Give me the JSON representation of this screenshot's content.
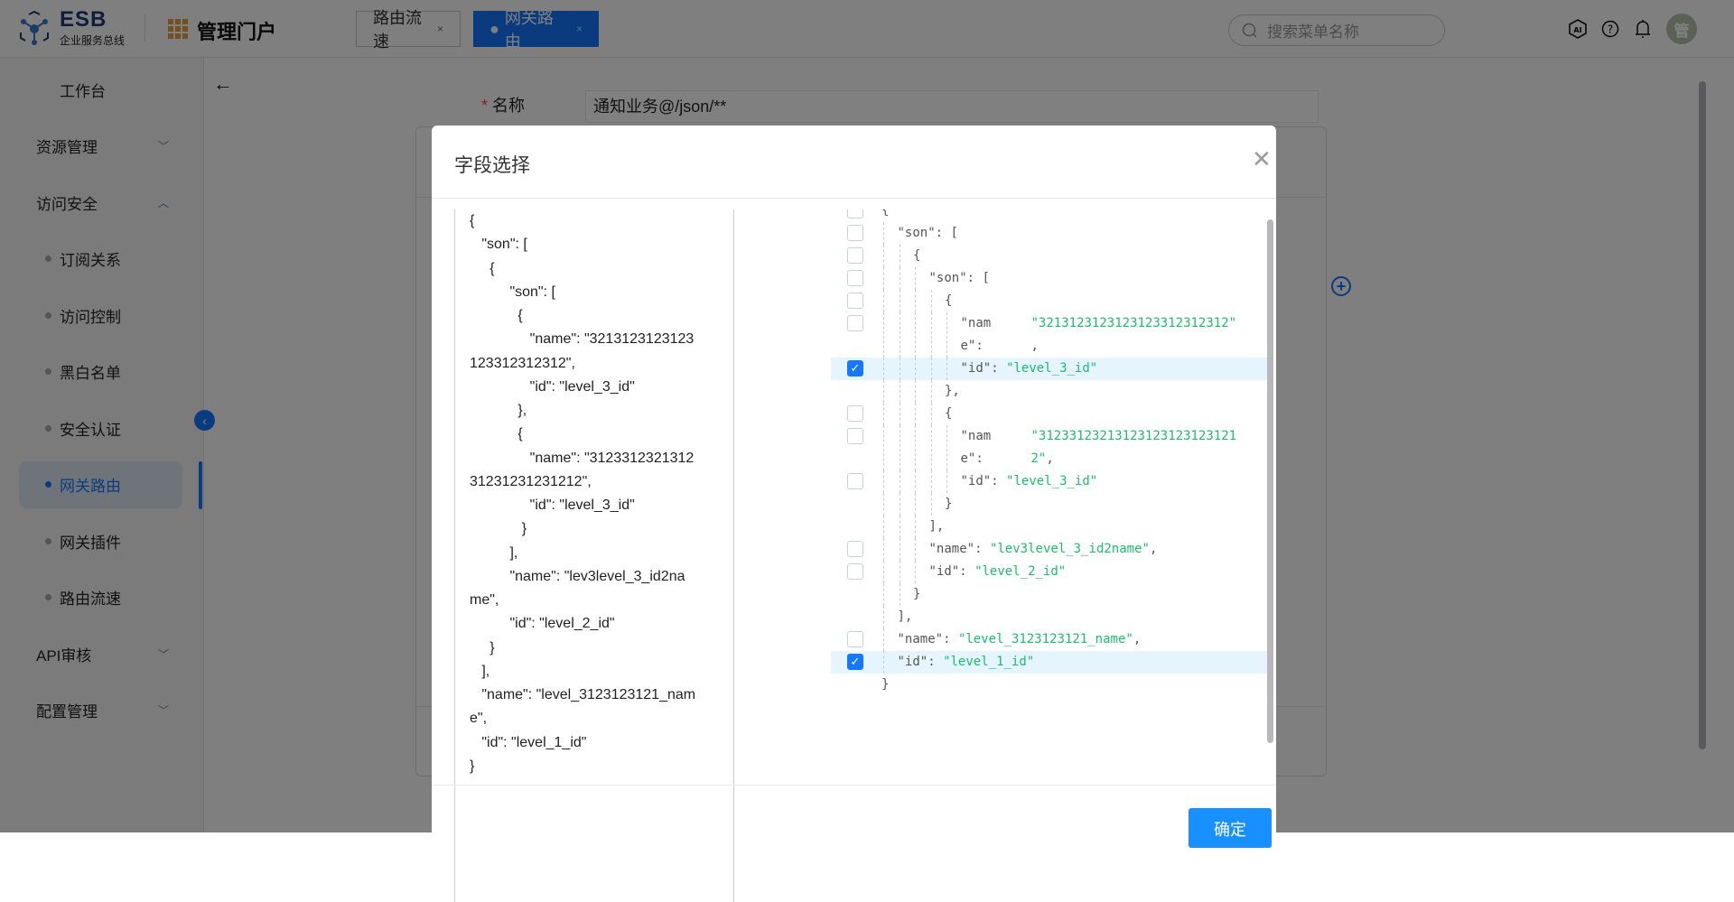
{
  "header": {
    "logo_title": "ESB",
    "logo_subtitle": "企业服务总线",
    "portal_title": "管理门户",
    "tabs": [
      {
        "label": "路由流速",
        "active": false
      },
      {
        "label": "网关路由",
        "active": true
      }
    ],
    "tab_close": "×",
    "search_placeholder": "搜索菜单名称",
    "avatar_text": "管"
  },
  "sidebar": {
    "items": [
      {
        "label": "工作台",
        "type": "top"
      },
      {
        "label": "资源管理",
        "type": "group",
        "expanded": false
      },
      {
        "label": "访问安全",
        "type": "group",
        "expanded": true
      },
      {
        "label": "订阅关系",
        "type": "sub"
      },
      {
        "label": "访问控制",
        "type": "sub"
      },
      {
        "label": "黑白名单",
        "type": "sub"
      },
      {
        "label": "安全认证",
        "type": "sub"
      },
      {
        "label": "网关路由",
        "type": "sub",
        "active": true
      },
      {
        "label": "网关插件",
        "type": "sub"
      },
      {
        "label": "路由流速",
        "type": "sub"
      },
      {
        "label": "API审核",
        "type": "group",
        "expanded": false
      },
      {
        "label": "配置管理",
        "type": "group",
        "expanded": false
      }
    ]
  },
  "form": {
    "name_required": "*",
    "name_label": "名称",
    "name_value": "通知业务@/json/**"
  },
  "modal": {
    "title": "字段选择",
    "confirm_label": "确定",
    "left_lines": [
      "{",
      "   \"son\": [",
      "     {",
      "          \"son\": [",
      "            {",
      "               \"name\": \"3213123123123",
      "123312312312\",",
      "               \"id\": \"level_3_id\"",
      "            },",
      "            {",
      "               \"name\": \"3123312321312",
      "31231231231212\",",
      "               \"id\": \"level_3_id\"",
      "             }",
      "          ],",
      "          \"name\": \"lev3level_3_id2na",
      "me\",",
      "          \"id\": \"level_2_id\"",
      "     }",
      "   ],",
      "   \"name\": \"level_3123123121_nam",
      "e\",",
      "   \"id\": \"level_1_id\"",
      "}"
    ],
    "rows": [
      {
        "depth": 0,
        "checkbox": false,
        "text": "{"
      },
      {
        "depth": 1,
        "checkbox": false,
        "key": "\"son\"",
        "text": ": ["
      },
      {
        "depth": 2,
        "checkbox": false,
        "text": "{"
      },
      {
        "depth": 3,
        "checkbox": false,
        "key": "\"son\"",
        "text": ": ["
      },
      {
        "depth": 4,
        "checkbox": false,
        "text": "{"
      },
      {
        "depth": 5,
        "checkbox": false,
        "wrap": true,
        "key_lines": "\"nam\ne\":",
        "value": "\"3213123123123123312312312\"",
        "after": ","
      },
      {
        "depth": 5,
        "checkbox": true,
        "key": "\"id\"",
        "value": "\"level_3_id\""
      },
      {
        "depth": 4,
        "checkbox": null,
        "text": "},"
      },
      {
        "depth": 4,
        "checkbox": false,
        "text": "{"
      },
      {
        "depth": 5,
        "checkbox": false,
        "wrap": true,
        "key_lines": "\"nam\ne\":",
        "value": "\"31233123213123123123123121\n2\"",
        "after": ","
      },
      {
        "depth": 5,
        "checkbox": false,
        "key": "\"id\"",
        "value": "\"level_3_id\""
      },
      {
        "depth": 4,
        "checkbox": null,
        "text": "}"
      },
      {
        "depth": 3,
        "checkbox": null,
        "text": "],"
      },
      {
        "depth": 3,
        "checkbox": false,
        "key": "\"name\"",
        "value": "\"lev3level_3_id2name\"",
        "after": ","
      },
      {
        "depth": 3,
        "checkbox": false,
        "key": "\"id\"",
        "value": "\"level_2_id\""
      },
      {
        "depth": 2,
        "checkbox": null,
        "text": "}"
      },
      {
        "depth": 1,
        "checkbox": null,
        "text": "],"
      },
      {
        "depth": 1,
        "checkbox": false,
        "key": "\"name\"",
        "value": "\"level_3123123121_name\"",
        "after": ","
      },
      {
        "depth": 1,
        "checkbox": true,
        "key": "\"id\"",
        "value": "\"level_1_id\""
      },
      {
        "depth": 0,
        "checkbox": null,
        "text": "}"
      }
    ]
  },
  "colors": {
    "primary": "#1677ff",
    "value_green": "#19be6b",
    "highlight": "#e6f5fd"
  }
}
